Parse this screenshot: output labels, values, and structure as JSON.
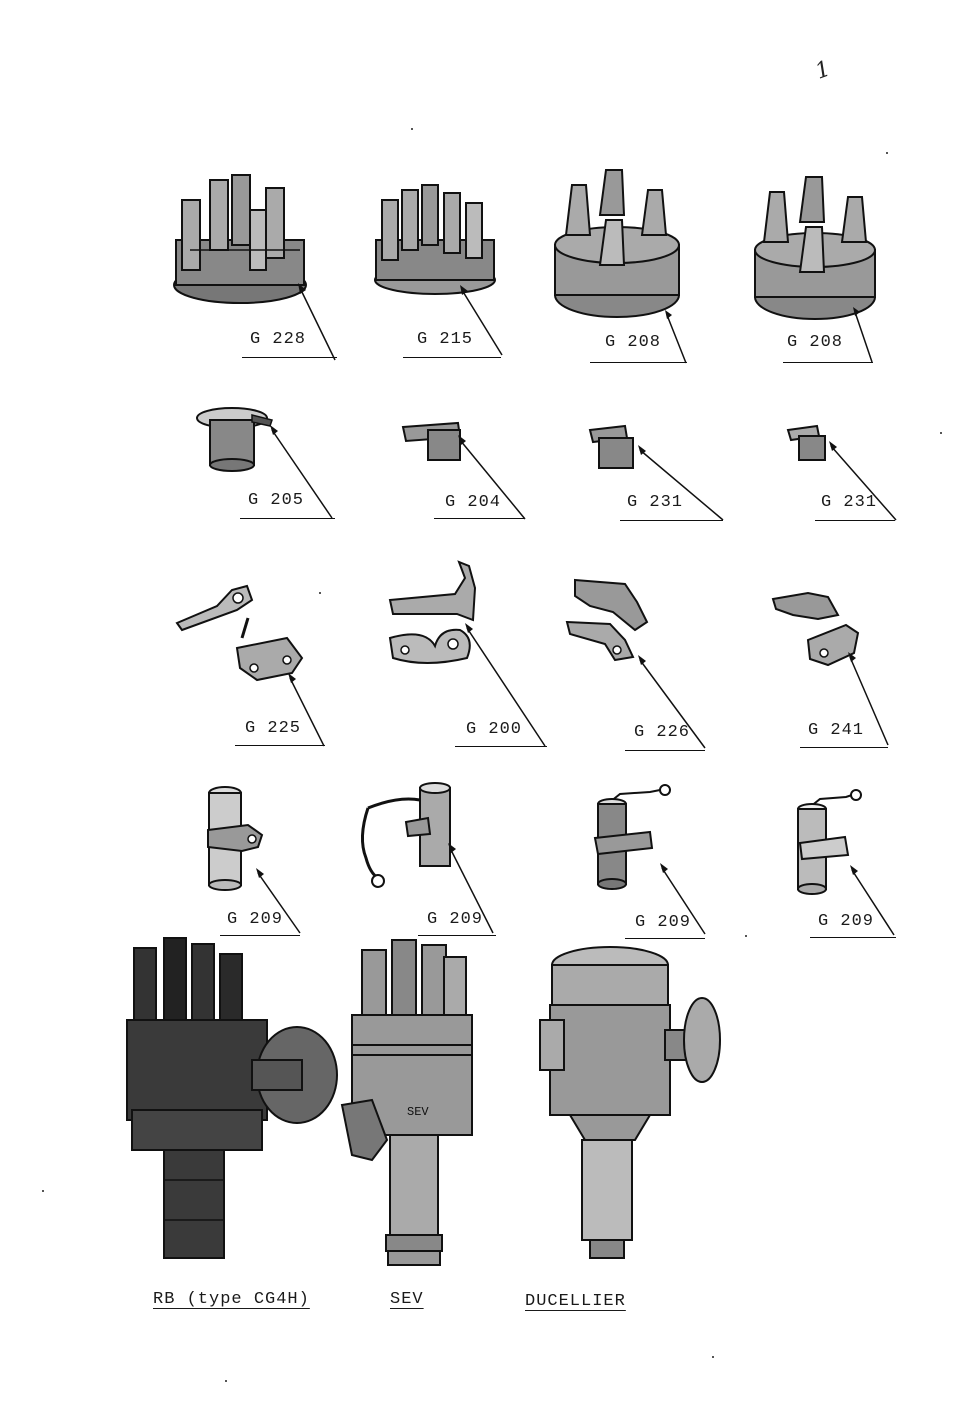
{
  "page_mark": "1",
  "rows": [
    {
      "parts": [
        {
          "id": "cap-1",
          "label": "G 228",
          "icon": "distributor-cap-icon"
        },
        {
          "id": "cap-2",
          "label": "G 215",
          "icon": "distributor-cap-icon"
        },
        {
          "id": "cap-3",
          "label": "G 208",
          "icon": "distributor-cap-icon"
        },
        {
          "id": "cap-4",
          "label": "G 208",
          "icon": "distributor-cap-icon"
        }
      ]
    },
    {
      "parts": [
        {
          "id": "rotor-1",
          "label": "G 205",
          "icon": "rotor-arm-icon"
        },
        {
          "id": "rotor-2",
          "label": "G 204",
          "icon": "rotor-arm-icon"
        },
        {
          "id": "rotor-3",
          "label": "G 231",
          "icon": "rotor-arm-icon"
        },
        {
          "id": "rotor-4",
          "label": "G 231",
          "icon": "rotor-arm-icon"
        }
      ]
    },
    {
      "parts": [
        {
          "id": "points-1",
          "label": "G 225",
          "icon": "contact-points-icon"
        },
        {
          "id": "points-2",
          "label": "G 200",
          "icon": "contact-points-icon"
        },
        {
          "id": "points-3",
          "label": "G 226",
          "icon": "contact-points-icon"
        },
        {
          "id": "points-4",
          "label": "G 241",
          "icon": "contact-points-icon"
        }
      ]
    },
    {
      "parts": [
        {
          "id": "condenser-1",
          "label": "G 209",
          "icon": "condenser-icon"
        },
        {
          "id": "condenser-2",
          "label": "G 209",
          "icon": "condenser-icon"
        },
        {
          "id": "condenser-3",
          "label": "G 209",
          "icon": "condenser-icon"
        },
        {
          "id": "condenser-4",
          "label": "G 209",
          "icon": "condenser-icon"
        }
      ]
    }
  ],
  "distributors": [
    {
      "id": "dist-rb",
      "caption": "RB (type CG4H)",
      "icon": "distributor-icon"
    },
    {
      "id": "dist-sev",
      "caption": "SEV",
      "icon": "distributor-icon"
    },
    {
      "id": "dist-ducellier",
      "caption": "DUCELLIER",
      "icon": "distributor-icon"
    }
  ]
}
